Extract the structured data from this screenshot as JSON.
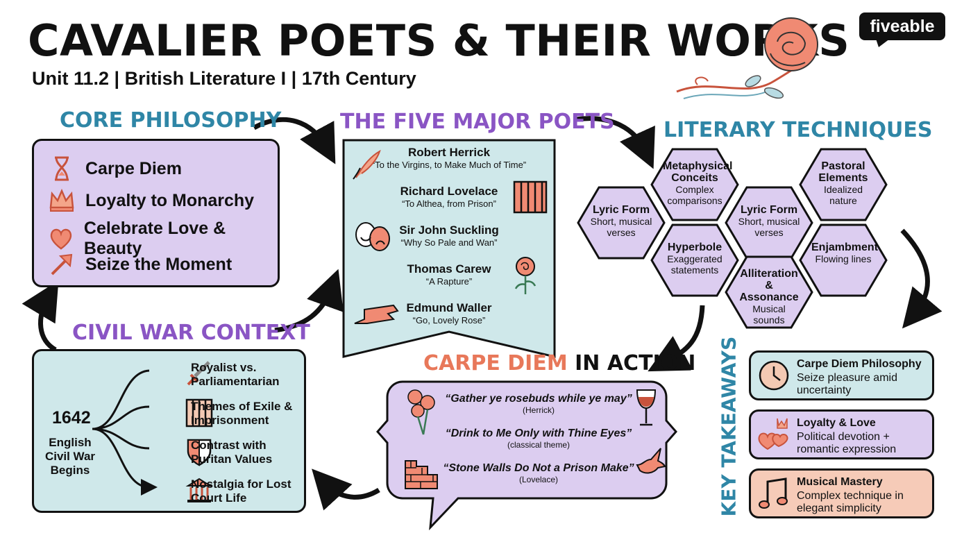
{
  "header": {
    "title": "CAVALIER POETS & THEIR WORKS",
    "subtitle": "Unit 11.2 | British Literature I | 17th Century",
    "logo": "fiveable"
  },
  "core_philosophy": {
    "title": "CORE PHILOSOPHY",
    "items": [
      {
        "label": "Carpe Diem",
        "icon": "hourglass-icon"
      },
      {
        "label": "Loyalty to Monarchy",
        "icon": "crown-icon"
      },
      {
        "label": "Celebrate Love & Beauty",
        "icon": "heart-icon"
      },
      {
        "label": "Seize the Moment",
        "icon": "arrow-up-right-icon"
      }
    ]
  },
  "poets": {
    "title": "THE FIVE MAJOR POETS",
    "list": [
      {
        "name": "Robert Herrick",
        "work": "“To the Virgins, to Make Much of Time”",
        "icon": "quill-icon"
      },
      {
        "name": "Richard Lovelace",
        "work": "“To Althea, from Prison”",
        "icon": "prison-bars-icon"
      },
      {
        "name": "Sir John Suckling",
        "work": "“Why So Pale and Wan”",
        "icon": "theater-masks-icon"
      },
      {
        "name": "Thomas Carew",
        "work": "“A Rapture”",
        "icon": "rose-icon"
      },
      {
        "name": "Edmund Waller",
        "work": "“Go, Lovely Rose”",
        "icon": "ribbon-icon"
      }
    ]
  },
  "techniques": {
    "title": "LITERARY TECHNIQUES",
    "hexes": [
      {
        "title": "Lyric Form",
        "desc": "Short, musical verses"
      },
      {
        "title": "Metaphysical Conceits",
        "desc": "Complex comparisons"
      },
      {
        "title": "Hyperbole",
        "desc": "Exaggerated statements"
      },
      {
        "title": "Lyric Form",
        "desc": "Short, musical verses"
      },
      {
        "title": "Alliteration & Assonance",
        "desc": "Musical sounds"
      },
      {
        "title": "Pastoral Elements",
        "desc": "Idealized nature"
      },
      {
        "title": "Enjambment",
        "desc": "Flowing lines"
      }
    ]
  },
  "civil_war": {
    "title": "CIVIL WAR CONTEXT",
    "year": "1642",
    "event": "English Civil War Begins",
    "items": [
      {
        "label": "Royalist vs. Parliamentarian",
        "icon": "sword-icon"
      },
      {
        "label": "Themes of Exile & Imprisonment",
        "icon": "prison-bars-icon"
      },
      {
        "label": "Contrast with Puritan Values",
        "icon": "shield-icon"
      },
      {
        "label": "Nostalgia for Lost Court Life",
        "icon": "palace-icon"
      }
    ]
  },
  "carpe_diem": {
    "title_highlight": "CARPE DIEM",
    "title_rest": " IN ACTION",
    "quotes": [
      {
        "text": "“Gather ye rosebuds while ye may”",
        "source": "(Herrick)",
        "icon": "roses-icon"
      },
      {
        "text": "“Drink to Me Only with Thine Eyes”",
        "source": "(classical theme)",
        "icon": "wine-glass-icon"
      },
      {
        "text": "“Stone Walls Do Not a Prison Make”",
        "source": "(Lovelace)",
        "icon": "brick-wall-icon"
      }
    ]
  },
  "takeaways": {
    "title": "KEY TAKEAWAYS",
    "items": [
      {
        "title": "Carpe Diem Philosophy",
        "desc": "Seize pleasure amid uncertainty",
        "icon": "clock-icon"
      },
      {
        "title": "Loyalty & Love",
        "desc": "Political devotion + romantic expression",
        "icon": "crown-hearts-icon"
      },
      {
        "title": "Musical Mastery",
        "desc": "Complex technique in elegant simplicity",
        "icon": "music-note-icon"
      }
    ]
  },
  "colors": {
    "teal": "#2f86a6",
    "purple": "#8a55c4",
    "coral": "#e8785a",
    "lavender": "#dccdf0",
    "aqua": "#cfe8ea",
    "peach": "#f6cbb8"
  }
}
